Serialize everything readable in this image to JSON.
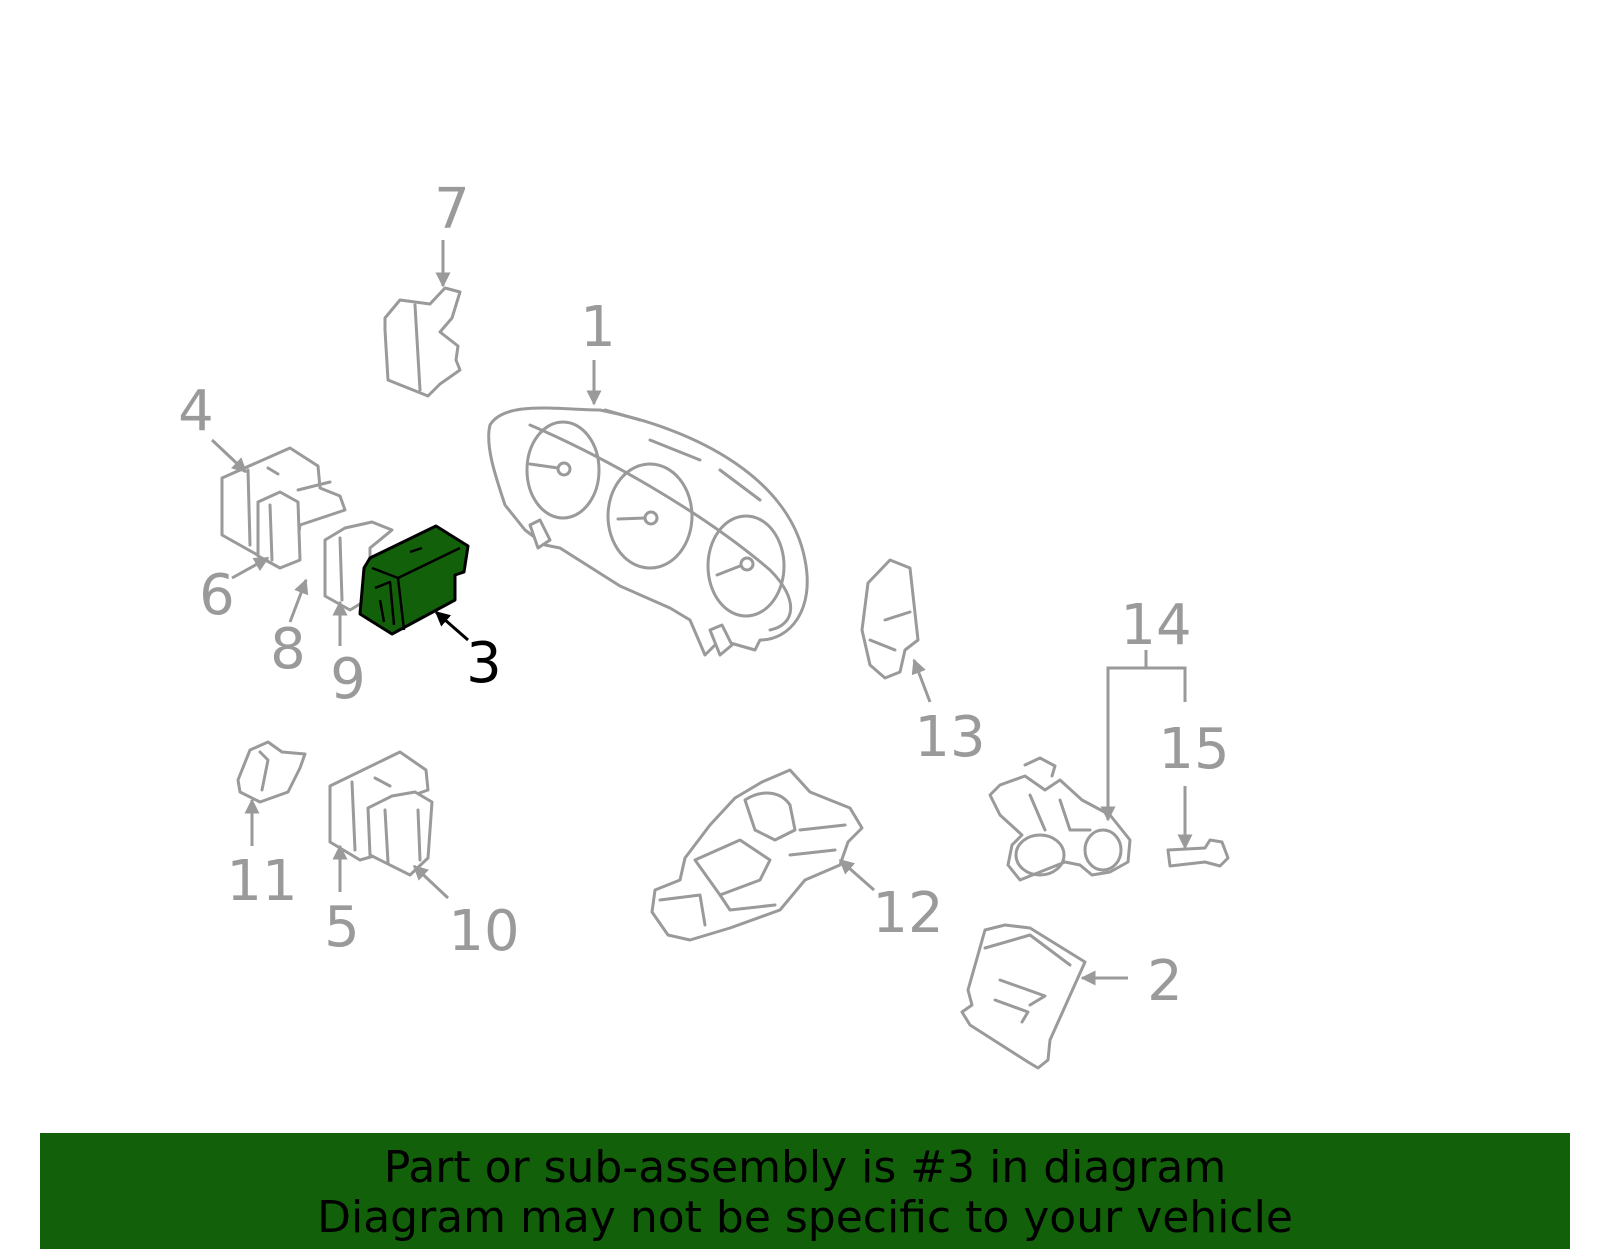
{
  "diagram": {
    "highlighted_part": "3",
    "callouts": [
      "1",
      "2",
      "3",
      "4",
      "5",
      "6",
      "7",
      "8",
      "9",
      "10",
      "11",
      "12",
      "13",
      "14",
      "15"
    ]
  },
  "banner": {
    "line1": "Part or sub-assembly is #3 in diagram",
    "line2": "Diagram may not be specific to your vehicle"
  },
  "colors": {
    "highlight": "#13600a",
    "part_stroke": "#9a9a9a",
    "background": "#ffffff"
  }
}
